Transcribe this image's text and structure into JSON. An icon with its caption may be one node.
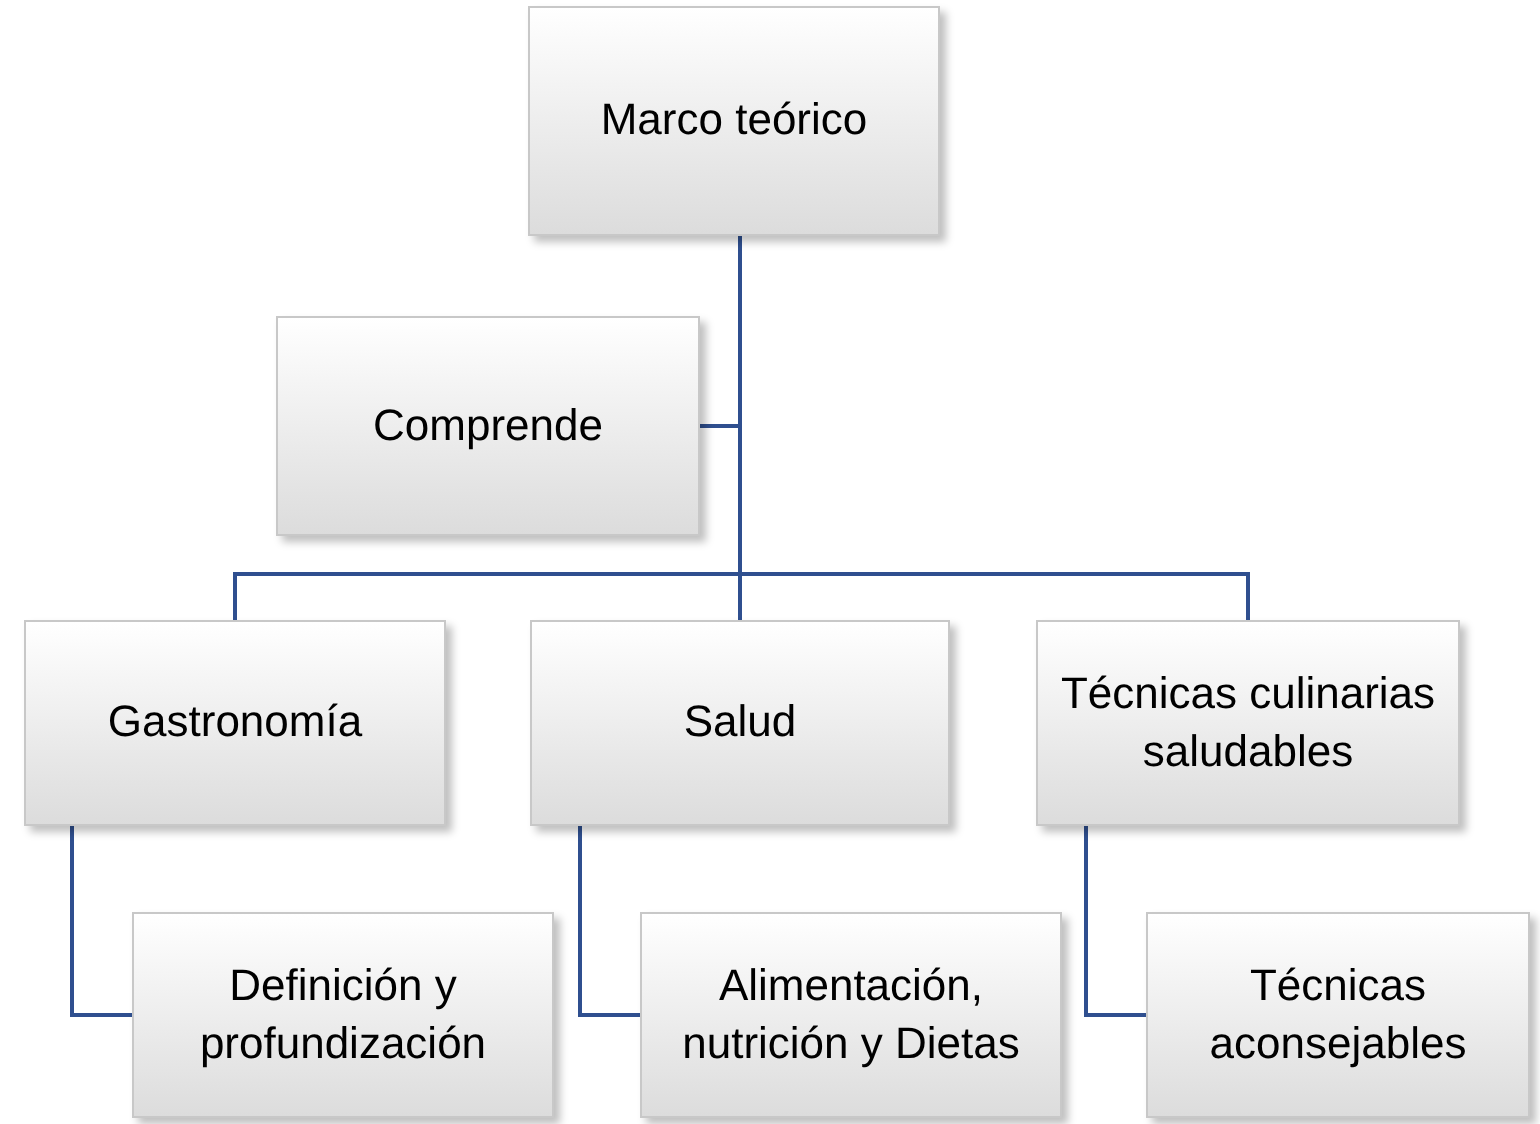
{
  "diagram": {
    "nodes": [
      {
        "text": [
          "Marco teórico"
        ]
      },
      {
        "text": [
          "Comprende"
        ]
      },
      {
        "text": [
          "Gastronomía"
        ]
      },
      {
        "text": [
          "Salud"
        ]
      },
      {
        "text": [
          "Técnicas culinarias saludables"
        ]
      },
      {
        "text": [
          "Definición y profundización"
        ]
      },
      {
        "text": [
          "Alimentación, nutrición y Dietas"
        ]
      },
      {
        "text": [
          "Técnicas aconsejables"
        ]
      }
    ],
    "edges": [
      {
        "from": 0,
        "to": 1,
        "arrow": "none"
      },
      {
        "from": 0,
        "to": 2,
        "arrow": "none"
      },
      {
        "from": 0,
        "to": 3,
        "arrow": "none"
      },
      {
        "from": 0,
        "to": 4,
        "arrow": "none"
      },
      {
        "from": 2,
        "to": 5,
        "arrow": "none"
      },
      {
        "from": 3,
        "to": 6,
        "arrow": "none"
      },
      {
        "from": 4,
        "to": 7,
        "arrow": "none"
      }
    ]
  }
}
